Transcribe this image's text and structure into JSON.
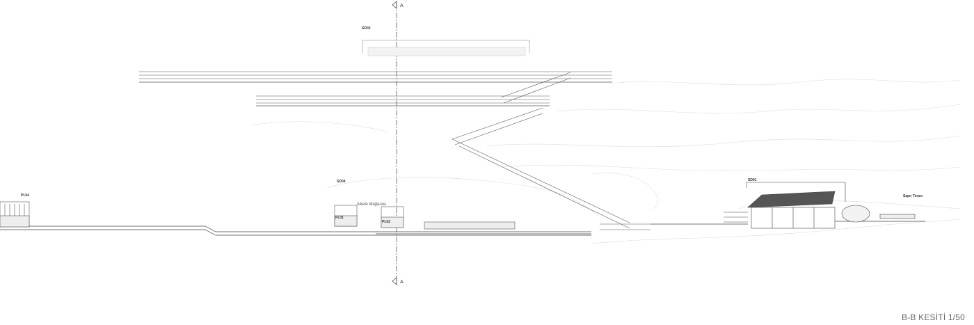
{
  "drawing": {
    "title": "B-B KESİTİ 1/50",
    "section_marker": "A",
    "cave_label": "İskele Mağarası",
    "tags": {
      "canopy_top": "SD03",
      "canopy_mid": "SD04",
      "pavilion": "SD01",
      "unit_left": "PL04",
      "unit_1": "PL01",
      "unit_2": "PL02"
    },
    "terrace_label": "Sapır Terası"
  }
}
